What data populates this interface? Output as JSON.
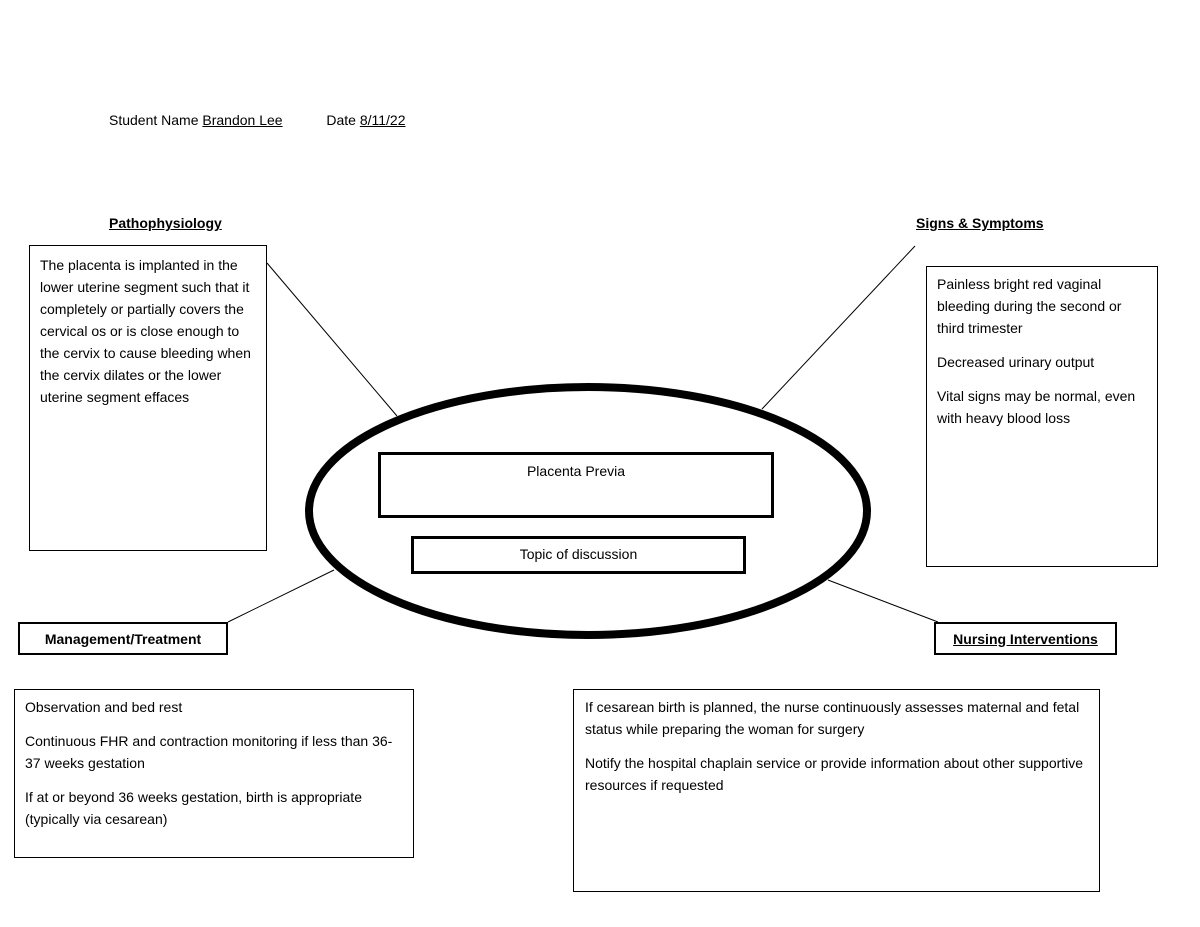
{
  "header": {
    "student_label": "Student Name",
    "student_name": "Brandon Lee",
    "date_label": "Date",
    "date_value": "8/11/22"
  },
  "center": {
    "topic": "Placenta Previa",
    "topic_label": "Topic of discussion"
  },
  "pathophysiology": {
    "heading": "Pathophysiology",
    "text": "The placenta is implanted in the lower uterine segment such that it completely or partially covers the cervical os or is close enough to the cervix to cause bleeding when the cervix dilates or the lower uterine segment effaces"
  },
  "signs": {
    "heading": "Signs & Symptoms",
    "items": [
      "Painless bright red vaginal bleeding during the second or third trimester",
      "Decreased urinary output",
      "Vital signs may be normal, even with heavy blood loss"
    ]
  },
  "management": {
    "heading": "Management/Treatment",
    "items": [
      "Observation and bed rest",
      "Continuous FHR and contraction monitoring if less than 36-37 weeks gestation",
      "If at or beyond 36 weeks gestation, birth is appropriate (typically via cesarean)"
    ]
  },
  "nursing": {
    "heading": "Nursing Interventions",
    "items": [
      "If cesarean birth is planned, the nurse continuously assesses maternal and fetal status while preparing the woman for surgery",
      "Notify the hospital chaplain service or provide information about other supportive resources if requested"
    ]
  }
}
